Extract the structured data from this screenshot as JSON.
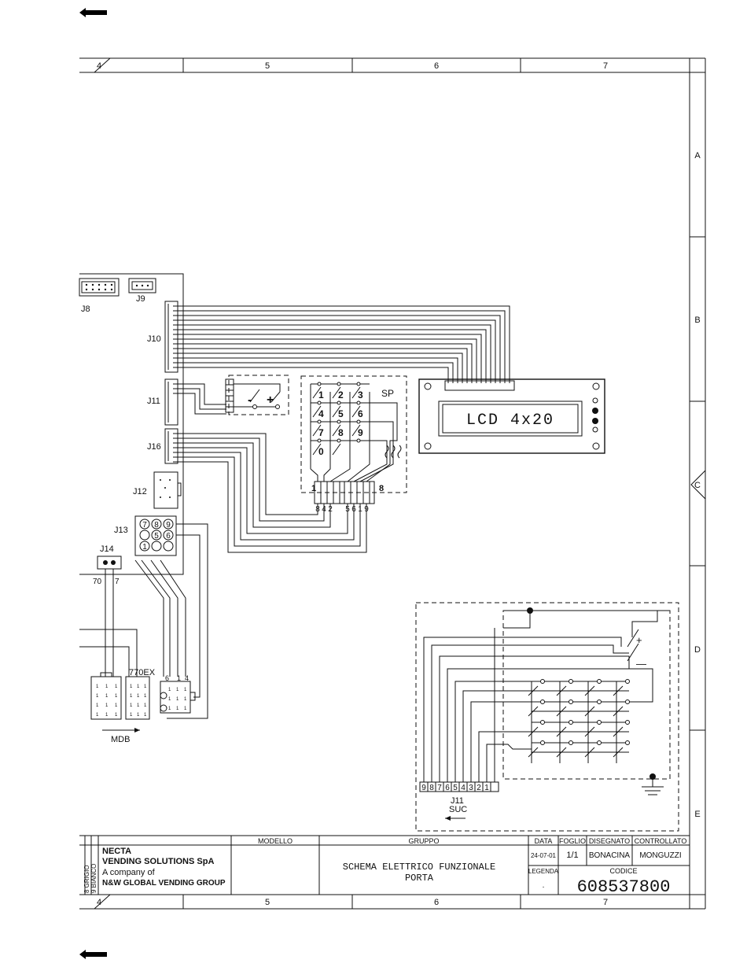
{
  "border": {
    "columns": [
      "4",
      "5",
      "6",
      "7"
    ],
    "rows": [
      "A",
      "B",
      "C",
      "D",
      "E"
    ]
  },
  "connectors": {
    "j8": "J8",
    "j9": "J9",
    "j10": "J10",
    "j11": "J11",
    "j12": "J12",
    "j13": "J13",
    "j14": "J14",
    "j16": "J16",
    "j14_pins": [
      "70",
      "7"
    ],
    "j13_pins": [
      "7",
      "8",
      "9",
      "1",
      "5",
      "6"
    ],
    "ex_label": "770EX",
    "ex_pins": [
      "6",
      "1",
      "4"
    ],
    "mdb_label": "MDB"
  },
  "lcd": {
    "label": "LCD  4x20"
  },
  "keypad": {
    "sp_label": "SP",
    "keys": [
      "1",
      "2",
      "3",
      "4",
      "5",
      "6",
      "7",
      "8",
      "9",
      "0"
    ],
    "strip_left": "1",
    "strip_right": "8",
    "pins": [
      "8",
      "4",
      "2",
      "5",
      "6",
      "1",
      "9"
    ],
    "minus": "-",
    "plus": "+"
  },
  "suc": {
    "connector": "J11",
    "label": "SUC",
    "pins": [
      "9",
      "8",
      "7",
      "6",
      "5",
      "4",
      "3",
      "2",
      "1"
    ],
    "plus": "+",
    "minus": "—"
  },
  "title_block": {
    "color_legend": [
      "8 GRIGIO",
      "9 BIANCO"
    ],
    "company_lines": [
      "NECTA",
      "VENDING SOLUTIONS SpA",
      "A company of",
      "N&W GLOBAL VENDING GROUP"
    ],
    "modello_label": "MODELLO",
    "gruppo_label": "GRUPPO",
    "title_line1": "SCHEMA ELETTRICO FUNZIONALE",
    "title_line2": "PORTA",
    "data_label": "DATA",
    "data_value": "24-07-01",
    "foglio_label": "FOGLIO",
    "foglio_value": "1/1",
    "disegnato_label": "DISEGNATO",
    "disegnato_value": "BONACINA",
    "controllato_label": "CONTROLLATO",
    "controllato_value": "MONGUZZI",
    "legenda_label": "LEGENDA",
    "legenda_value": ".",
    "codice_label": "CODICE",
    "codice_value": "608537800"
  },
  "icons": {
    "nav_arrow": "left-arrow-icon"
  }
}
